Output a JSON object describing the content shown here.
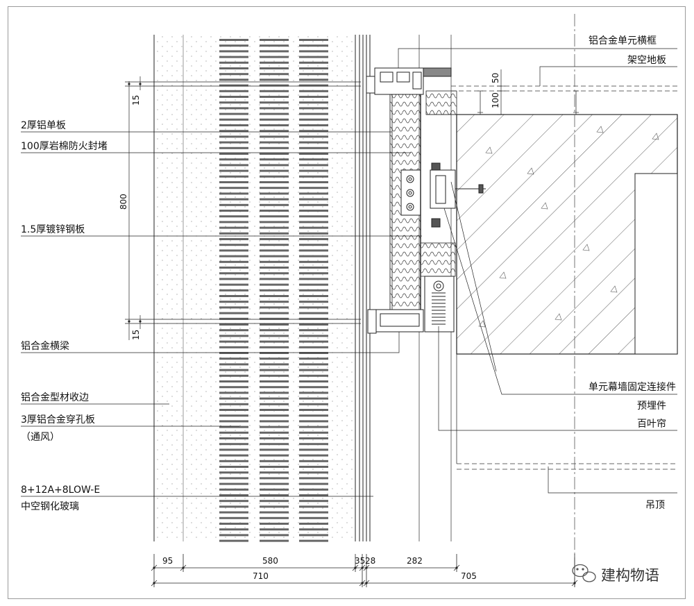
{
  "labels": {
    "alu_unit_frame": "铝合金单元横框",
    "raised_floor": "架空地板",
    "alu_sheet_2mm": "2厚铝单板",
    "rockwool_seal": "100厚岩棉防火封堵",
    "galv_steel_1_5": "1.5厚镀锌钢板",
    "alu_beam": "铝合金横梁",
    "alu_profile_edge": "铝合金型材收边",
    "perforated_alu_line1": "3厚铝合金穿孔板",
    "perforated_alu_line2": "（通风）",
    "glass_line1": "8+12A+8LOW-E",
    "glass_line2": "中空钢化玻璃",
    "fixing_connector": "单元幕墙固定连接件",
    "embedded_part": "预埋件",
    "louver_blind": "百叶帘",
    "suspended_ceiling": "吊顶"
  },
  "dimensions": {
    "d50": "50",
    "d100": "100",
    "d15_top": "15",
    "d800": "800",
    "d15_bottom": "15",
    "d95": "95",
    "d580": "580",
    "d35": "35",
    "d28": "28",
    "d282": "282",
    "d710": "710",
    "d705": "705"
  },
  "watermark": {
    "text": "建构物语"
  }
}
